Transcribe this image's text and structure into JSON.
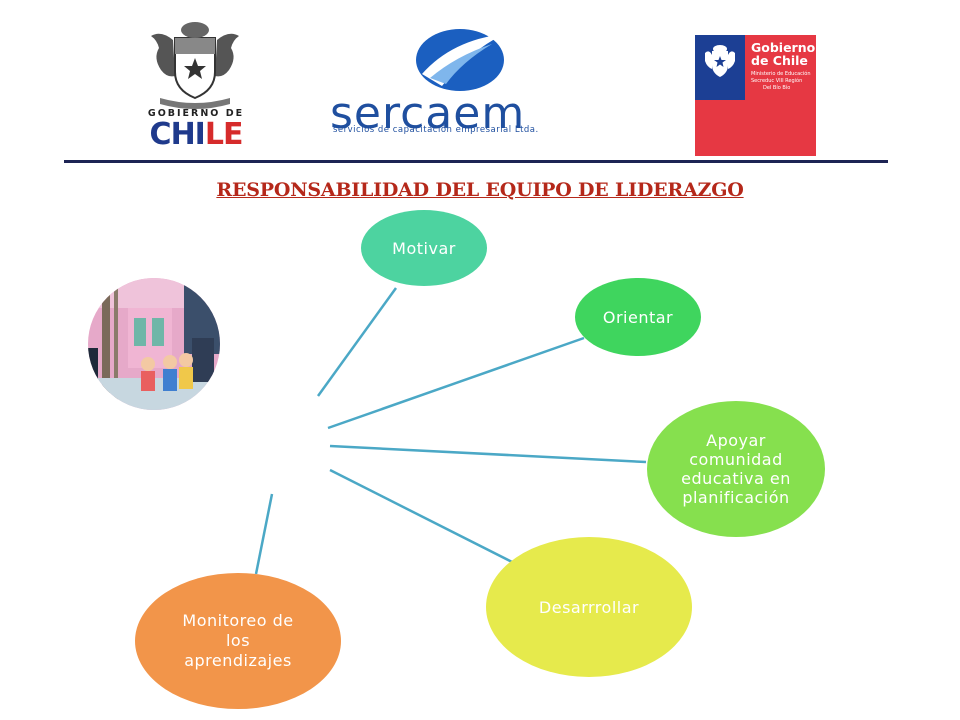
{
  "header": {
    "gobierno_de_chile_left": {
      "top_text": "GOBIERNO DE",
      "main_text_a": "CHI",
      "main_text_b": "LE"
    },
    "sercaem": {
      "name": "sercaem",
      "tagline": "servicios de capacitación empresarial Ltda."
    },
    "gobierno_de_chile_right": {
      "title_line1": "Gobierno",
      "title_line2": "de Chile",
      "sub_line1": "Ministerio de Educación",
      "sub_line2": "Secreduc VIII Región",
      "sub_line3": "Del Bío Bío"
    }
  },
  "title": "RESPONSABILIDAD DEL EQUIPO DE LIDERAZGO",
  "nodes": [
    {
      "id": "motivar",
      "label": "Motivar",
      "color": "#4dd3a0"
    },
    {
      "id": "orientar",
      "label": "Orientar",
      "color": "#3fd55e"
    },
    {
      "id": "apoyar",
      "label": "Apoyar comunidad educativa en planificación",
      "color": "#86e04e"
    },
    {
      "id": "desarrollar",
      "label": "Desarrrollar",
      "color": "#e6ea4c"
    },
    {
      "id": "monitoreo",
      "label": "Monitoreo de los aprendizajes",
      "color": "#f2954a"
    }
  ],
  "colors": {
    "connector": "#4ba8c6",
    "title": "#b5281a",
    "divider": "#1d2454",
    "brand_blue": "#1f4f9f",
    "gov_blue": "#1c3f94",
    "gov_red": "#e63843"
  }
}
